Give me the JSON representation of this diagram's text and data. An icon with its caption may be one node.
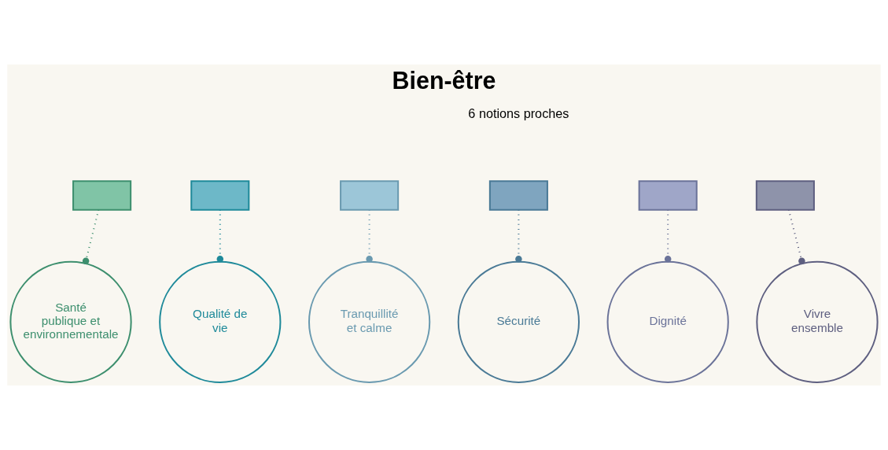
{
  "diagram": {
    "title": "Bien-être",
    "nodes": [
      {
        "text": [],
        "shape": "box"
      },
      {
        "text": [],
        "shape": "box"
      },
      {
        "text": [],
        "shape": "box"
      },
      {
        "text": [],
        "shape": "box"
      },
      {
        "text": [],
        "shape": "box"
      },
      {
        "text": [],
        "shape": "box"
      },
      {
        "text": [
          "Santé publique et environnementale"
        ]
      },
      {
        "text": [
          "Qualité de vie"
        ]
      },
      {
        "text": [
          "Tranquillité et calme"
        ]
      },
      {
        "text": [
          "Sécurité"
        ]
      },
      {
        "text": [
          "Dignité"
        ]
      },
      {
        "text": [
          "Vivre ensemble"
        ]
      }
    ],
    "edges": [
      {
        "from": 0,
        "to": 6,
        "arrow": "other",
        "style": "dashed",
        "color": "#3d8f6e"
      },
      {
        "from": 1,
        "to": 7,
        "arrow": "other",
        "style": "dashed",
        "color": "#1f8a9a"
      },
      {
        "from": 2,
        "to": 8,
        "arrow": "other",
        "style": "dashed",
        "color": "#6a9ab0"
      },
      {
        "from": 3,
        "to": 9,
        "arrow": "other",
        "style": "dashed",
        "color": "#4a7a96"
      },
      {
        "from": 4,
        "to": 10,
        "arrow": "other",
        "style": "dashed",
        "color": "#6b7399"
      },
      {
        "from": 5,
        "to": 11,
        "arrow": "other",
        "style": "dashed",
        "color": "#5e5f80"
      }
    ],
    "labels": [
      "6 notions proches"
    ]
  }
}
